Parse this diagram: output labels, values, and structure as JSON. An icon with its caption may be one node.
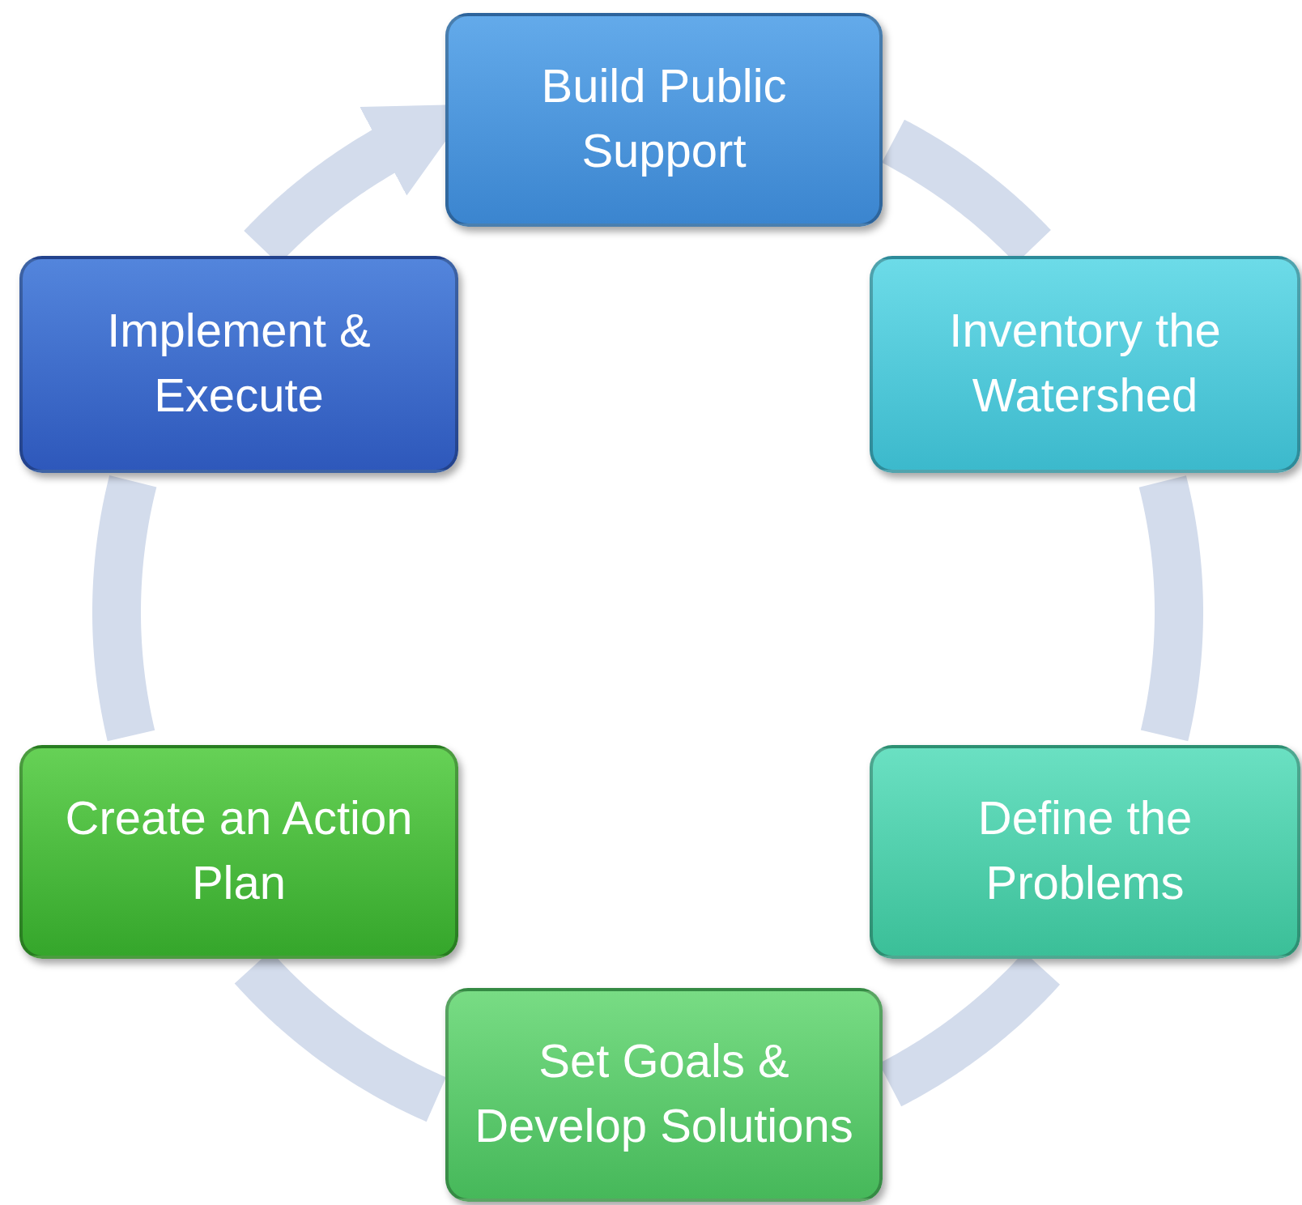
{
  "diagram": {
    "nodes": [
      {
        "text": [
          "Build Public Support"
        ]
      },
      {
        "text": [
          "Inventory the Watershed"
        ]
      },
      {
        "text": [
          "Define the Problems"
        ]
      },
      {
        "text": [
          "Set Goals & Develop Solutions"
        ]
      },
      {
        "text": [
          "Create an Action Plan"
        ]
      },
      {
        "text": [
          "Implement & Execute"
        ]
      }
    ],
    "edges": [
      {
        "from": 0,
        "to": 1,
        "arrow": "none"
      },
      {
        "from": 1,
        "to": 2,
        "arrow": "none"
      },
      {
        "from": 2,
        "to": 3,
        "arrow": "none"
      },
      {
        "from": 3,
        "to": 4,
        "arrow": "none"
      },
      {
        "from": 4,
        "to": 5,
        "arrow": "none"
      },
      {
        "from": 5,
        "to": 0,
        "arrow": "to"
      }
    ]
  }
}
